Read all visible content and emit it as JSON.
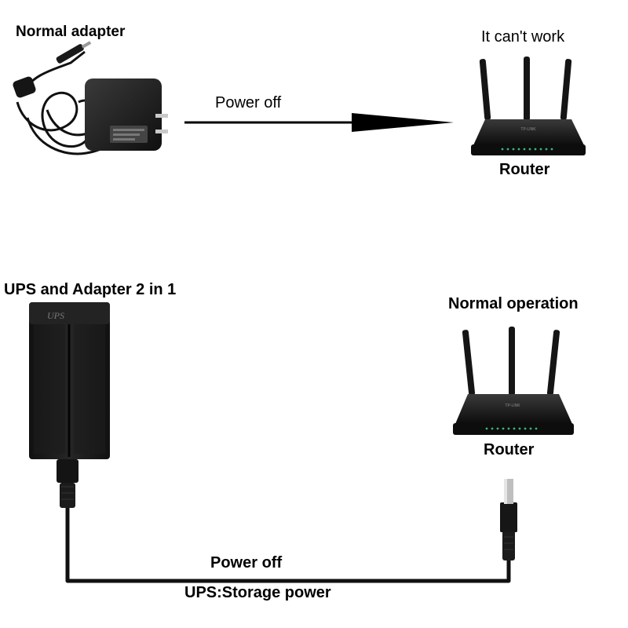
{
  "top": {
    "adapter_label": "Normal adapter",
    "arrow_label": "Power off",
    "status_label": "It can't work",
    "router_label": "Router"
  },
  "bottom": {
    "ups_label": "UPS and Adapter 2 in 1",
    "ups_badge": "UPS",
    "status_label": "Normal operation",
    "router_label": "Router",
    "cable_label": "Power off",
    "storage_label": "UPS:Storage power"
  },
  "router_brand": "TP-LINK",
  "colors": {
    "device_body": "#1b1b1b",
    "router_led": "#3fb57a",
    "arrow": "#000000",
    "cable": "#111111"
  }
}
